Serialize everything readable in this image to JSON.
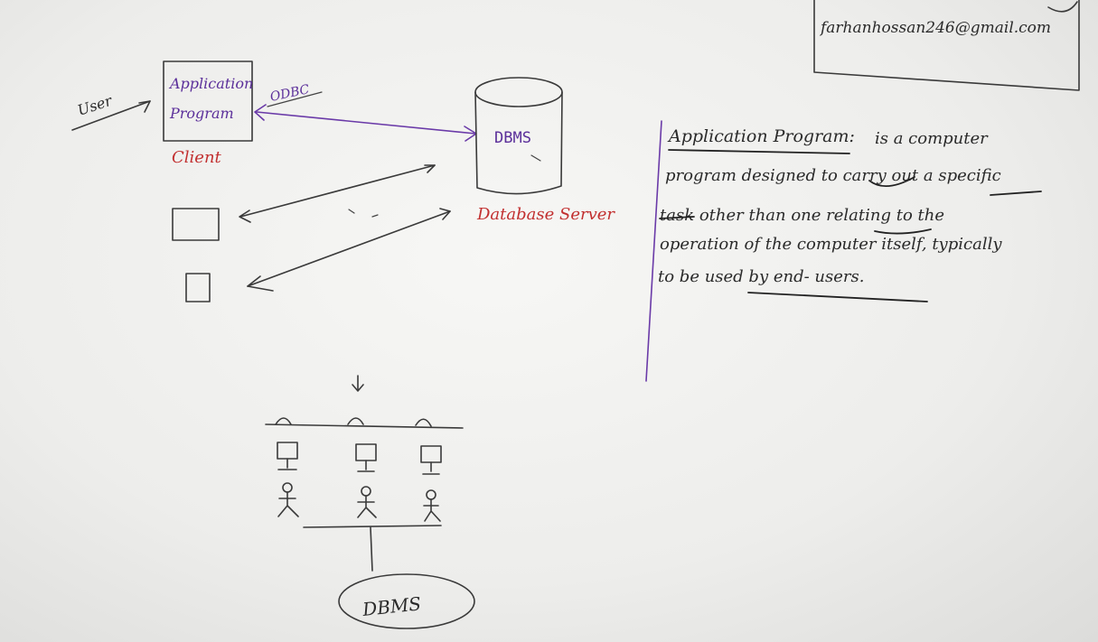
{
  "email": "farhanhossan246@gmail.com",
  "user_label": "User",
  "app_box": {
    "line1": "Application",
    "line2": "Program"
  },
  "client_label": "Client",
  "odbc_label": "ODBC",
  "dbms_label": "DBMS",
  "db_server_label": "Database Server",
  "bottom_dbms_label": "DBMS",
  "definition": {
    "term": "Application Program:",
    "lines": [
      "is a computer",
      "program designed to carry out a specific",
      "task other than one relating to the",
      "operation of the computer itself, typically",
      "to be used by end- users."
    ]
  },
  "colors": {
    "ink": "#2a2a2a",
    "purple": "#5b2f9a",
    "red": "#c23030"
  }
}
